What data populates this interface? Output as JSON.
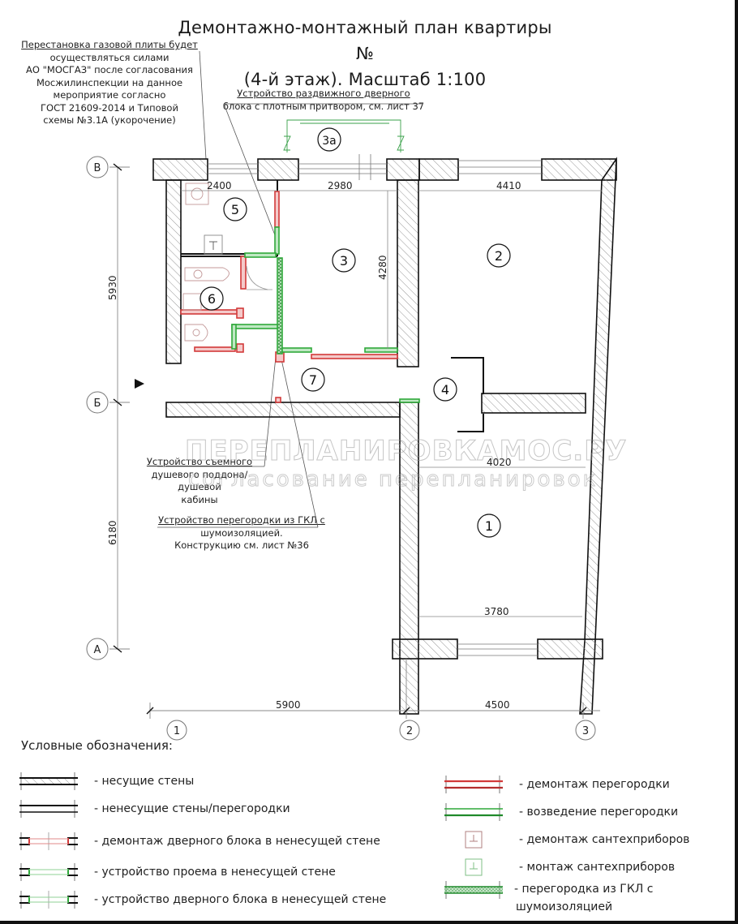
{
  "title": {
    "line1": "Демонтажно-монтажный план квартиры №",
    "line2": "(4-й этаж). Масштаб 1:100"
  },
  "notes": {
    "gas": {
      "heading": "Перестановка газовой плиты будет",
      "lines": [
        "осуществляться силами",
        "АО \"МОСГАЗ\" после согласования",
        "Мосжилинспекции на данное",
        "мероприятие согласно",
        "ГОСТ 21609-2014 и Типовой",
        "схемы №3.1А (укорочение)"
      ]
    },
    "sliding_door": {
      "heading": "Устройство раздвижного дверного",
      "line2": "блока с плотным притвором, см. лист 37"
    },
    "shower": {
      "heading": "Устройство съемного",
      "line2": "душевого поддона/душевой",
      "line3": "кабины"
    },
    "gkl": {
      "heading": "Устройство перегородки из ГКЛ с",
      "line2": "шумоизоляцией.",
      "line3": "Конструкцию см. лист №36"
    }
  },
  "rooms": [
    {
      "id": "1",
      "label": "1"
    },
    {
      "id": "2",
      "label": "2"
    },
    {
      "id": "3",
      "label": "3"
    },
    {
      "id": "3a",
      "label": "3а"
    },
    {
      "id": "4",
      "label": "4"
    },
    {
      "id": "5",
      "label": "5"
    },
    {
      "id": "6",
      "label": "6"
    },
    {
      "id": "7",
      "label": "7"
    }
  ],
  "dimensions": {
    "room5_width": "2400",
    "room3_width": "2980",
    "room3_height": "4280",
    "room2_width": "4410",
    "room1_top_width": "4020",
    "room1_bottom_width": "3780",
    "axis_v_b": "5930",
    "axis_b_a": "6180",
    "axis_1_2": "5900",
    "axis_2_3": "4500"
  },
  "axes": {
    "rows": [
      "В",
      "Б",
      "А"
    ],
    "columns": [
      "1",
      "2",
      "3"
    ]
  },
  "watermark": {
    "line1": "ПЕРЕПЛАНИРОВКАМОС.РУ",
    "line2": "согласование перепланировок"
  },
  "legend": {
    "title": "Условные обозначения:",
    "left": [
      {
        "symbol": "bearing-wall",
        "label": "- несущие стены"
      },
      {
        "symbol": "partition",
        "label": "- ненесущие стены/перегородки"
      },
      {
        "symbol": "door-demolition",
        "label": "- демонтаж дверного блока в ненесущей стене"
      },
      {
        "symbol": "opening-new",
        "label": "- устройство проема в ненесущей стене"
      },
      {
        "symbol": "door-new",
        "label": "- устройство дверного блока в ненесущей стене"
      }
    ],
    "right": [
      {
        "symbol": "partition-demolition",
        "label": "- демонтаж перегородки"
      },
      {
        "symbol": "partition-new",
        "label": "- возведение перегородки"
      },
      {
        "symbol": "fixture-demolition",
        "label": "- демонтаж сантехприборов"
      },
      {
        "symbol": "fixture-install",
        "label": "- монтаж сантехприборов"
      },
      {
        "symbol": "gkl-partition",
        "label": "-  перегородка из ГКЛ с",
        "label2": "шумоизоляцией"
      }
    ]
  },
  "colors": {
    "demolition": "#d23a3a",
    "construction": "#2fa83a",
    "wall": "#111111",
    "hatch": "#777777",
    "dim_line": "#888888"
  }
}
